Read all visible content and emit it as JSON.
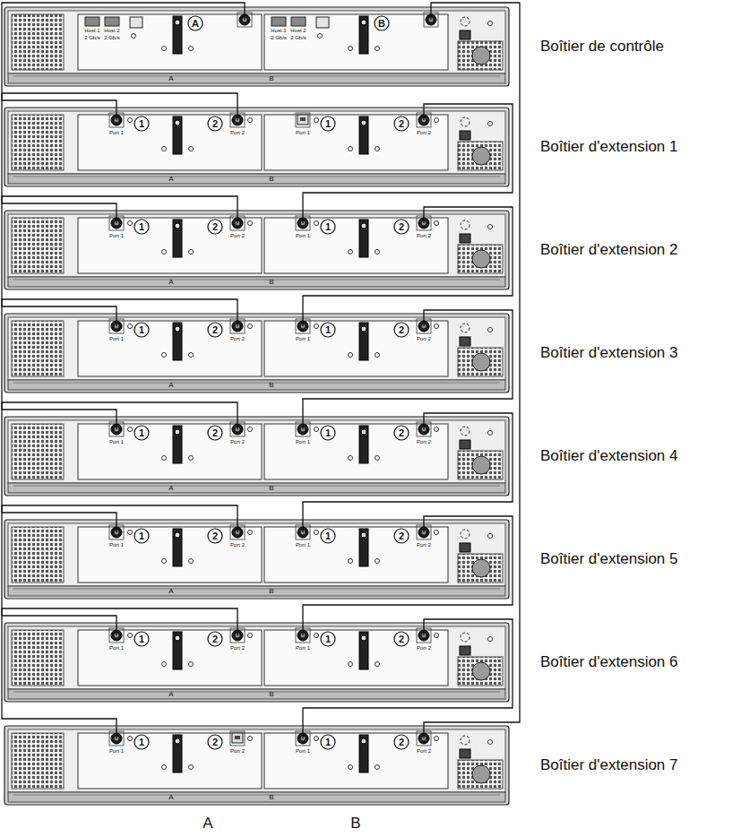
{
  "diagram": {
    "nodes": [
      {
        "text": [
          "Boîtier de contrôle"
        ]
      },
      {
        "text": [
          "Boîtier d'extension 1"
        ]
      },
      {
        "text": [
          "Boîtier d'extension 2"
        ]
      },
      {
        "text": [
          "Boîtier d'extension 3"
        ]
      },
      {
        "text": [
          "Boîtier d'extension 4"
        ]
      },
      {
        "text": [
          "Boîtier d'extension 5"
        ]
      },
      {
        "text": [
          "Boîtier d'extension 6"
        ]
      },
      {
        "text": [
          "Boîtier d'extension 7"
        ]
      }
    ],
    "edges": [
      {
        "from": 0,
        "to": 1,
        "arrow": "none"
      },
      {
        "from": 1,
        "to": 2,
        "arrow": "none"
      },
      {
        "from": 2,
        "to": 3,
        "arrow": "none"
      },
      {
        "from": 3,
        "to": 4,
        "arrow": "none"
      },
      {
        "from": 4,
        "to": 5,
        "arrow": "none"
      },
      {
        "from": 5,
        "to": 6,
        "arrow": "none"
      },
      {
        "from": 6,
        "to": 7,
        "arrow": "none"
      },
      {
        "from": 0,
        "to": 7,
        "arrow": "none"
      },
      {
        "from": 7,
        "to": 6,
        "arrow": "none"
      },
      {
        "from": 6,
        "to": 5,
        "arrow": "none"
      },
      {
        "from": 5,
        "to": 4,
        "arrow": "none"
      },
      {
        "from": 4,
        "to": 3,
        "arrow": "none"
      },
      {
        "from": 3,
        "to": 2,
        "arrow": "none"
      },
      {
        "from": 2,
        "to": 1,
        "arrow": "none"
      }
    ],
    "labels": [
      "A",
      "Host 1",
      "Host 2",
      "2 Gb/s",
      "2 Gb/s",
      "B",
      "Host 1",
      "Host 2",
      "2 Gb/s",
      "2 Gb/s",
      "A",
      "B",
      "1",
      "Port 1",
      "2",
      "Port 2",
      "1",
      "Port 1",
      "2",
      "Port 2",
      "A",
      "B",
      "1",
      "Port 1",
      "2",
      "Port 2",
      "1",
      "Port 1",
      "2",
      "Port 2",
      "A",
      "B",
      "1",
      "Port 1",
      "2",
      "Port 2",
      "1",
      "Port 1",
      "2",
      "Port 2",
      "A",
      "B",
      "1",
      "Port 1",
      "2",
      "Port 2",
      "1",
      "Port 1",
      "2",
      "Port 2",
      "A",
      "B",
      "1",
      "Port 1",
      "2",
      "Port 2",
      "1",
      "Port 1",
      "2",
      "Port 2",
      "A",
      "B",
      "1",
      "Port 1",
      "2",
      "Port 2",
      "1",
      "Port 1",
      "2",
      "Port 2",
      "A",
      "B",
      "1",
      "Port 1",
      "2",
      "Port 2",
      "1",
      "Port 1",
      "2",
      "Port 2",
      "A",
      "B",
      "A",
      "B"
    ]
  }
}
